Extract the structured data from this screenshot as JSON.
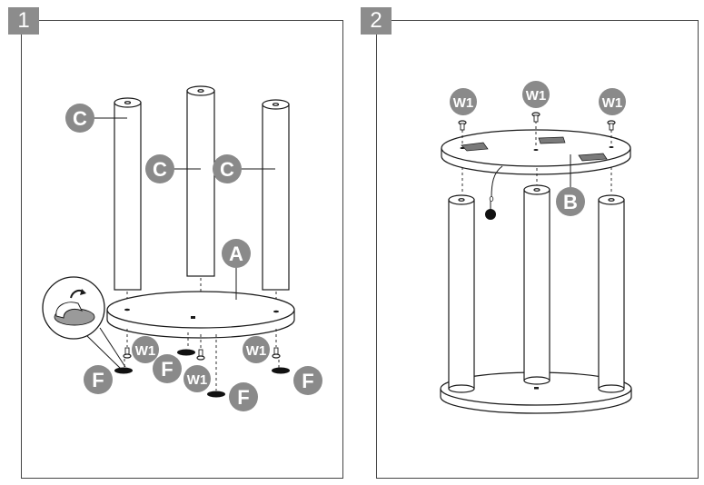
{
  "steps": [
    {
      "number": "1"
    },
    {
      "number": "2"
    }
  ],
  "labels": {
    "A": "A",
    "B": "B",
    "C": "C",
    "F": "F",
    "W1": "W1"
  },
  "colors": {
    "callout": "#8a8a8a",
    "line": "#1a1a1a",
    "step_box": "#8c8c8c"
  }
}
